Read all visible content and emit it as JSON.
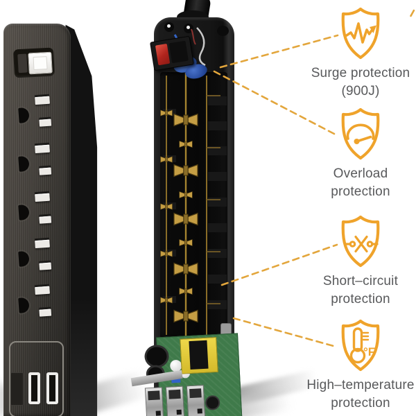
{
  "callouts": [
    {
      "icon": "surge-shield-icon",
      "line1": "Surge protection",
      "line2": "(900J)"
    },
    {
      "icon": "overload-shield-icon",
      "line1": "Overload",
      "line2": "protection"
    },
    {
      "icon": "short-circuit-shield-icon",
      "line1": "Short–circuit",
      "line2": "protection"
    },
    {
      "icon": "high-temperature-shield-icon",
      "line1": "High–temperature",
      "line2": "protection",
      "icon_text": "°F"
    }
  ],
  "product": {
    "front_view": {
      "outlet_count": 5,
      "usb_port_count": 3,
      "has_power_switch": true
    },
    "cutaway_view": {
      "visible_components": [
        "power cord",
        "red rocker switch (back)",
        "blue surge varistors",
        "brass bus bars",
        "outlet contact clips",
        "green circuit board",
        "capacitors",
        "yellow transformer",
        "metal USB ports"
      ]
    }
  },
  "colors": {
    "accent_orange": "#EFA32B",
    "dash_orange": "#E3A63C",
    "label_text": "#58595B",
    "background": "#FFFFFF",
    "switch_red": "#C23229",
    "varistor_blue": "#3565C8",
    "pcb_green": "#3F7A4A",
    "transformer_yellow": "#DDC238",
    "brass": "#B8923C"
  }
}
